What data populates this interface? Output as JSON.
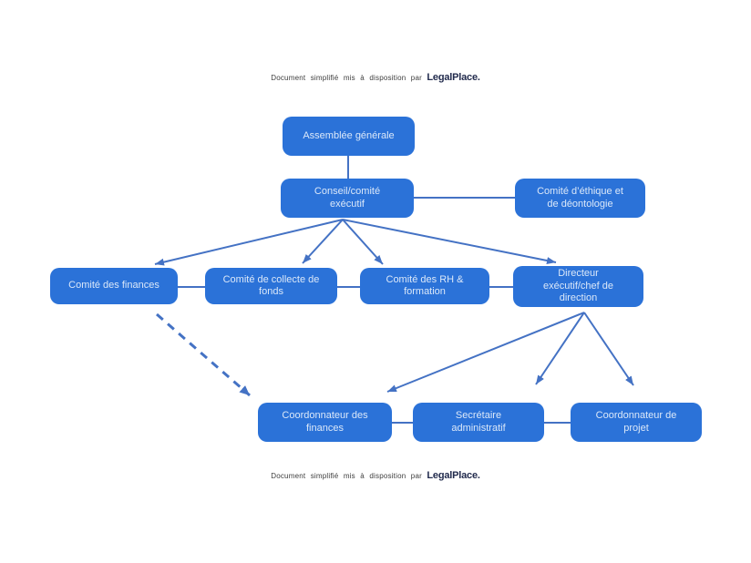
{
  "header": {
    "prefix": "Document simplifié mis à disposition par",
    "brand": "LegalPlace."
  },
  "footer": {
    "prefix": "Document simplifié mis à disposition par",
    "brand": "LegalPlace."
  },
  "colors": {
    "box_fill": "#2b72d8",
    "box_text": "#dbe8f9",
    "connector": "#4472c4",
    "brand_text": "#232c4e",
    "caption_text": "#3d3d3d",
    "page_bg": "#ffffff"
  },
  "nodes": {
    "assemblee": {
      "label": "Assemblée générale"
    },
    "conseil": {
      "label": "Conseil/comité\nexécutif"
    },
    "ethique": {
      "label": "Comité d’éthique et\nde déontologie"
    },
    "finances": {
      "label": "Comité des finances"
    },
    "collecte": {
      "label": "Comité de collecte de\nfonds"
    },
    "rh": {
      "label": "Comité des RH &\nformation"
    },
    "directeur": {
      "label": "Directeur\nexécutif/chef de\ndirection"
    },
    "coord_finances": {
      "label": "Coordonnateur des\nfinances"
    },
    "secretaire": {
      "label": "Secrétaire\nadministratif"
    },
    "coord_projet": {
      "label": "Coordonnateur de\nprojet"
    }
  },
  "edges": [
    {
      "from": "assemblee",
      "to": "conseil",
      "style": "line"
    },
    {
      "from": "conseil",
      "to": "ethique",
      "style": "line"
    },
    {
      "from": "conseil",
      "to": "finances",
      "style": "arrow"
    },
    {
      "from": "conseil",
      "to": "collecte",
      "style": "arrow"
    },
    {
      "from": "conseil",
      "to": "rh",
      "style": "arrow"
    },
    {
      "from": "conseil",
      "to": "directeur",
      "style": "arrow"
    },
    {
      "from": "finances",
      "to": "collecte",
      "style": "line"
    },
    {
      "from": "collecte",
      "to": "rh",
      "style": "line"
    },
    {
      "from": "rh",
      "to": "directeur",
      "style": "line"
    },
    {
      "from": "directeur",
      "to": "coord_finances",
      "style": "arrow"
    },
    {
      "from": "directeur",
      "to": "secretaire",
      "style": "arrow"
    },
    {
      "from": "directeur",
      "to": "coord_projet",
      "style": "arrow"
    },
    {
      "from": "finances",
      "to": "coord_finances",
      "style": "dashed-arrow"
    },
    {
      "from": "coord_finances",
      "to": "secretaire",
      "style": "line"
    },
    {
      "from": "secretaire",
      "to": "coord_projet",
      "style": "line"
    }
  ]
}
